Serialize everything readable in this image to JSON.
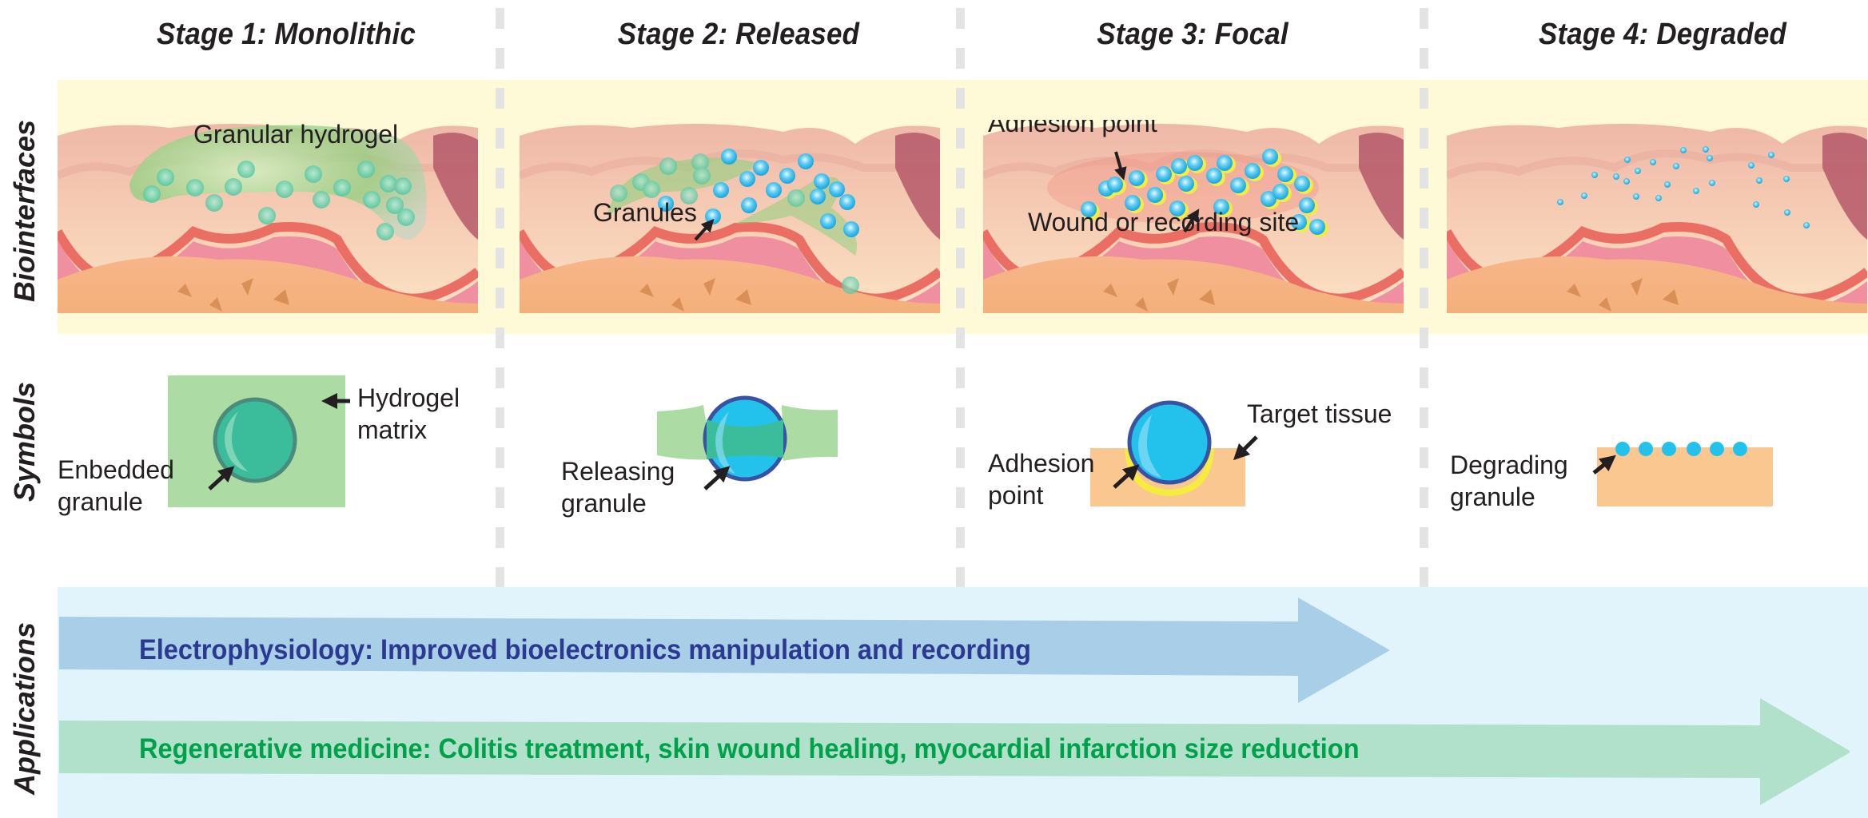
{
  "stages": [
    {
      "title": "Stage 1: Monolithic"
    },
    {
      "title": "Stage 2: Released"
    },
    {
      "title": "Stage 3: Focal"
    },
    {
      "title": "Stage 4: Degraded"
    }
  ],
  "row_labels": {
    "biointerfaces": "Biointerfaces",
    "symbols": "Symbols",
    "applications": "Applications"
  },
  "biointerfaces": {
    "stage1": {
      "label": "Granular hydrogel"
    },
    "stage2": {
      "label": "Granules"
    },
    "stage3": {
      "label_top": "Adhesion point",
      "label_bottom": "Wound or recording site"
    },
    "stage4": {}
  },
  "symbols": {
    "stage1": {
      "granule_label_line1": "Enbedded",
      "granule_label_line2": "granule",
      "matrix_label_line1": "Hydrogel",
      "matrix_label_line2": "matrix"
    },
    "stage2": {
      "granule_label_line1": "Releasing",
      "granule_label_line2": "granule"
    },
    "stage3": {
      "adhesion_label_line1": "Adhesion",
      "adhesion_label_line2": "point",
      "tissue_label": "Target tissue"
    },
    "stage4": {
      "granule_label_line1": "Degrading",
      "granule_label_line2": "granule"
    }
  },
  "applications": [
    {
      "text": "Electrophysiology: Improved bioelectronics manipulation and recording",
      "color": "#2b3990",
      "arrow_color": "#a9cfe8",
      "spans_stages": 3
    },
    {
      "text": "Regenerative medicine: Colitis treatment, skin wound healing, myocardial infarction size reduction",
      "color": "#00a14b",
      "arrow_color": "#b1e1ca",
      "spans_stages": 4
    }
  ],
  "colors": {
    "hydrogel_green": "#acdba4",
    "granule_teal": "#3bbd9b",
    "granule_blue": "#22c2ed",
    "granule_outline": "#3953a4",
    "tissue_orange": "#f9c78f",
    "adhesion_yellow": "#f5ec3e"
  }
}
